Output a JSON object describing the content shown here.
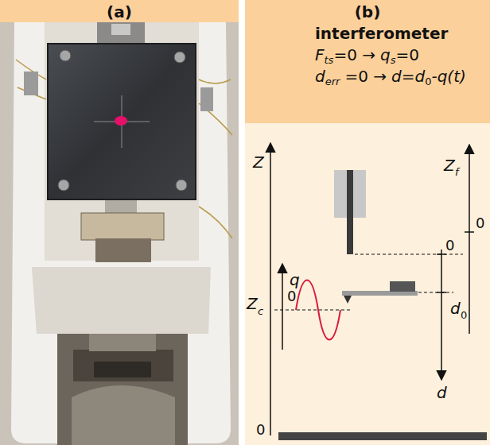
{
  "diagram": {
    "nodes": [
      {
        "text": [
          "(a)"
        ]
      },
      {
        "text": [
          "(b)",
          "interferometer",
          "F",
          "ts",
          "=0 →",
          "q",
          "s",
          "=0",
          "d",
          "err",
          "=0 →",
          "d=d",
          "0",
          "-q(t)"
        ]
      }
    ],
    "labels": [
      "Z",
      "0",
      "Z",
      "f",
      "0",
      "q",
      "0",
      "Z",
      "c",
      "0",
      "d",
      "0",
      "d"
    ]
  }
}
